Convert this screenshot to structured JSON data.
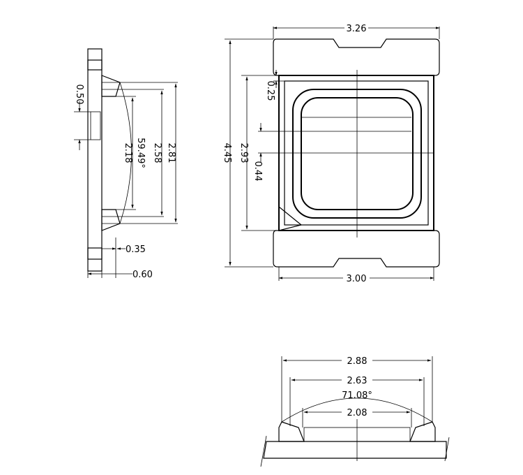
{
  "side_view": {
    "dim_height_small": "0.50",
    "dim_inner": "2.18",
    "dim_angle": "59.49°",
    "dim_mid": "2.58",
    "dim_outer": "2.81",
    "dim_step": "0.35",
    "dim_thickness": "0.60"
  },
  "top_view": {
    "dim_width_top": "3.26",
    "dim_total_height": "4.45",
    "dim_body_height": "2.93",
    "dim_gap": "0.25",
    "dim_offset": "0.44",
    "dim_width_bottom": "3.00"
  },
  "section_view": {
    "dim_outer": "2.88",
    "dim_mid": "2.63",
    "dim_angle": "71.08°",
    "dim_inner": "2.08"
  }
}
